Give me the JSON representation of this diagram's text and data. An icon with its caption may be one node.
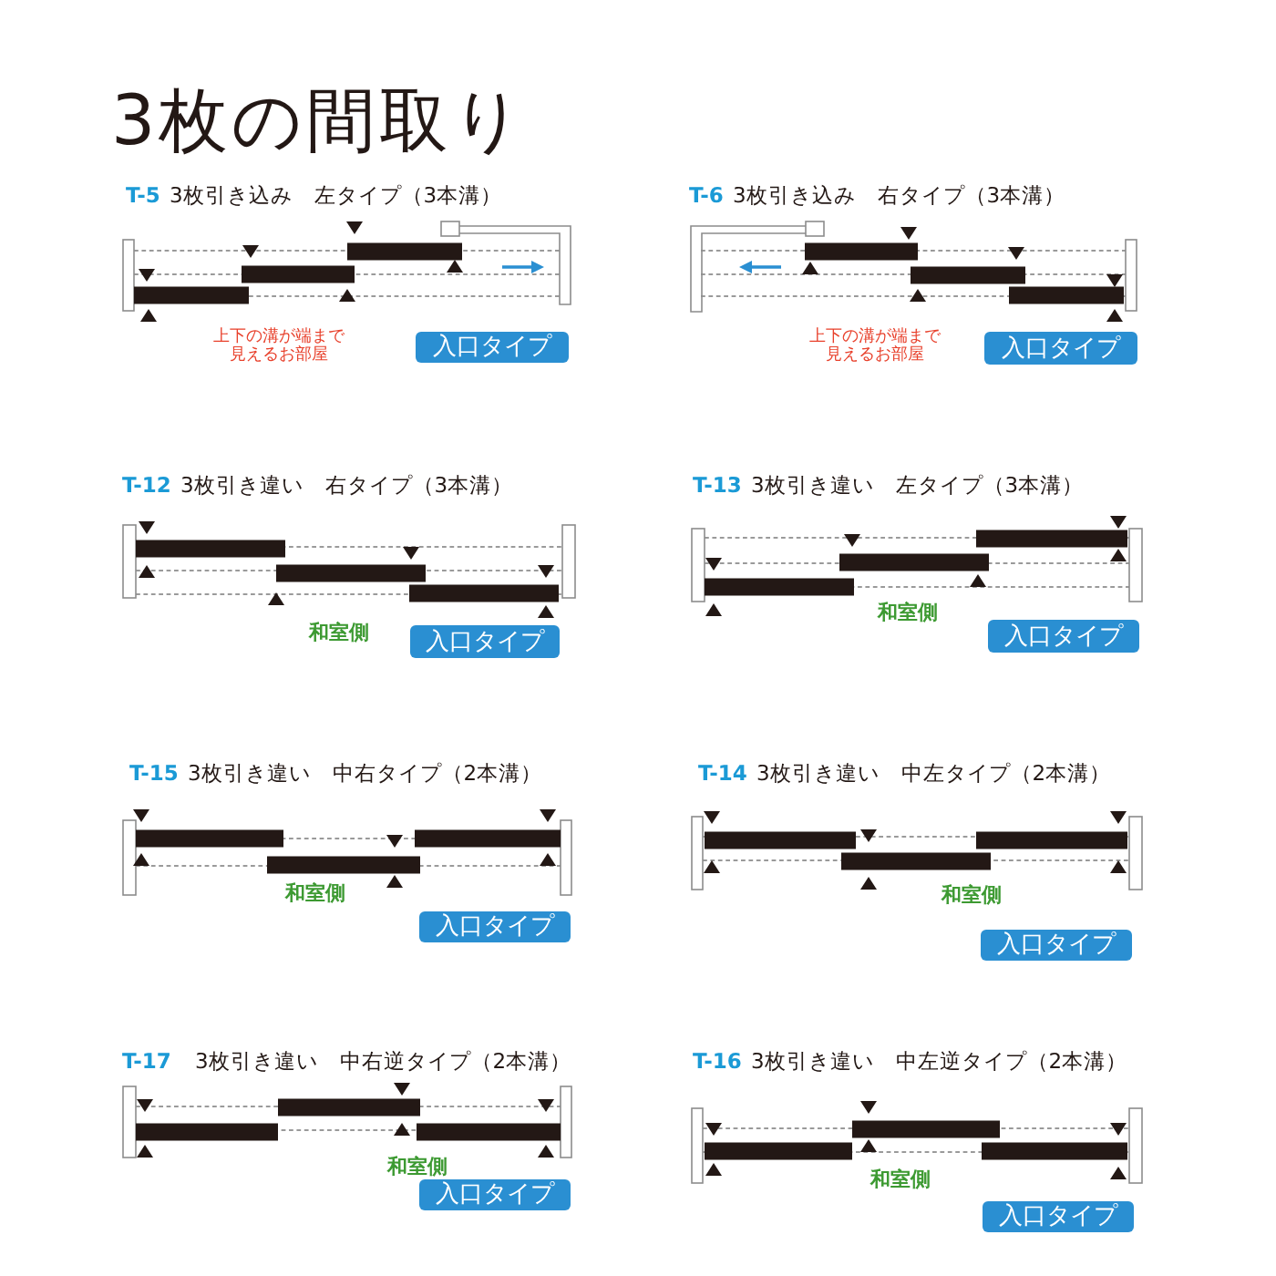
{
  "diagram": {
    "title": "3枚の間取り",
    "nodes": [
      {
        "text": [
          "入口タイプ"
        ]
      },
      {
        "text": [
          "入口タイプ"
        ]
      },
      {
        "text": [
          "入口タイプ"
        ]
      },
      {
        "text": [
          "入口タイプ"
        ]
      },
      {
        "text": [
          "入口タイプ"
        ]
      },
      {
        "text": [
          "入口タイプ"
        ]
      },
      {
        "text": [
          "入口タイプ"
        ]
      },
      {
        "text": [
          "入口タイプ"
        ]
      }
    ],
    "labels": [
      "T-5",
      "3枚引き込み　左タイプ（3本溝）",
      "T-6",
      "3枚引き込み　右タイプ（3本溝）",
      "上下の溝が端まで見えるお部屋",
      "上下の溝が端まで見えるお部屋",
      "T-12",
      "3枚引き違い　右タイプ（3本溝）",
      "T-13",
      "3枚引き違い　左タイプ（3本溝）",
      "和室側",
      "和室側",
      "T-15",
      "3枚引き違い　中右タイプ（2本溝）",
      "T-14",
      "3枚引き違い　中左タイプ（2本溝）",
      "和室側",
      "和室側",
      "T-17",
      "3枚引き違い　中右逆タイプ（2本溝）",
      "T-16",
      "3枚引き違い　中左逆タイプ（2本溝）",
      "和室側",
      "和室側"
    ]
  }
}
